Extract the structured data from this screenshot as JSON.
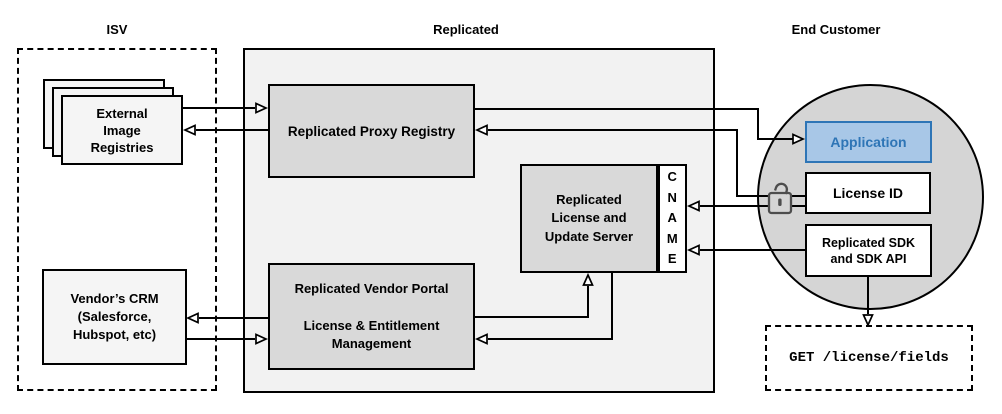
{
  "sections": {
    "isv": {
      "title": "ISV"
    },
    "replicated": {
      "title": "Replicated"
    },
    "end_customer": {
      "title": "End Customer"
    }
  },
  "nodes": {
    "external_image_registries": {
      "label": "External\nImage\nRegistries"
    },
    "vendors_crm": {
      "label": "Vendor’s CRM\n(Salesforce,\nHubspot, etc)"
    },
    "replicated_proxy_registry": {
      "label": "Replicated Proxy Registry"
    },
    "replicated_license_update_server": {
      "label": "Replicated\nLicense and\nUpdate Server"
    },
    "cname": {
      "label": "C\nN\nA\nM\nE"
    },
    "replicated_vendor_portal": {
      "label": "Replicated Vendor Portal\n\nLicense & Entitlement\nManagement"
    },
    "application": {
      "label": "Application"
    },
    "license_id": {
      "label": "License ID"
    },
    "replicated_sdk": {
      "label": "Replicated SDK\nand SDK API"
    },
    "get_license_fields": {
      "label": "GET /license/fields"
    }
  },
  "icons": {
    "lock": "open-padlock-icon"
  },
  "colors": {
    "line": "#000000",
    "section_fill": "#f2f2f2",
    "gray_fill": "#d9d9d9",
    "circle_fill": "#d5d5d5",
    "light_fill": "#f5f5f5",
    "app_fill": "#a8c7e7",
    "app_border": "#2e75b6",
    "app_text": "#2e75b6",
    "lock_stroke": "#4d4d4d"
  }
}
